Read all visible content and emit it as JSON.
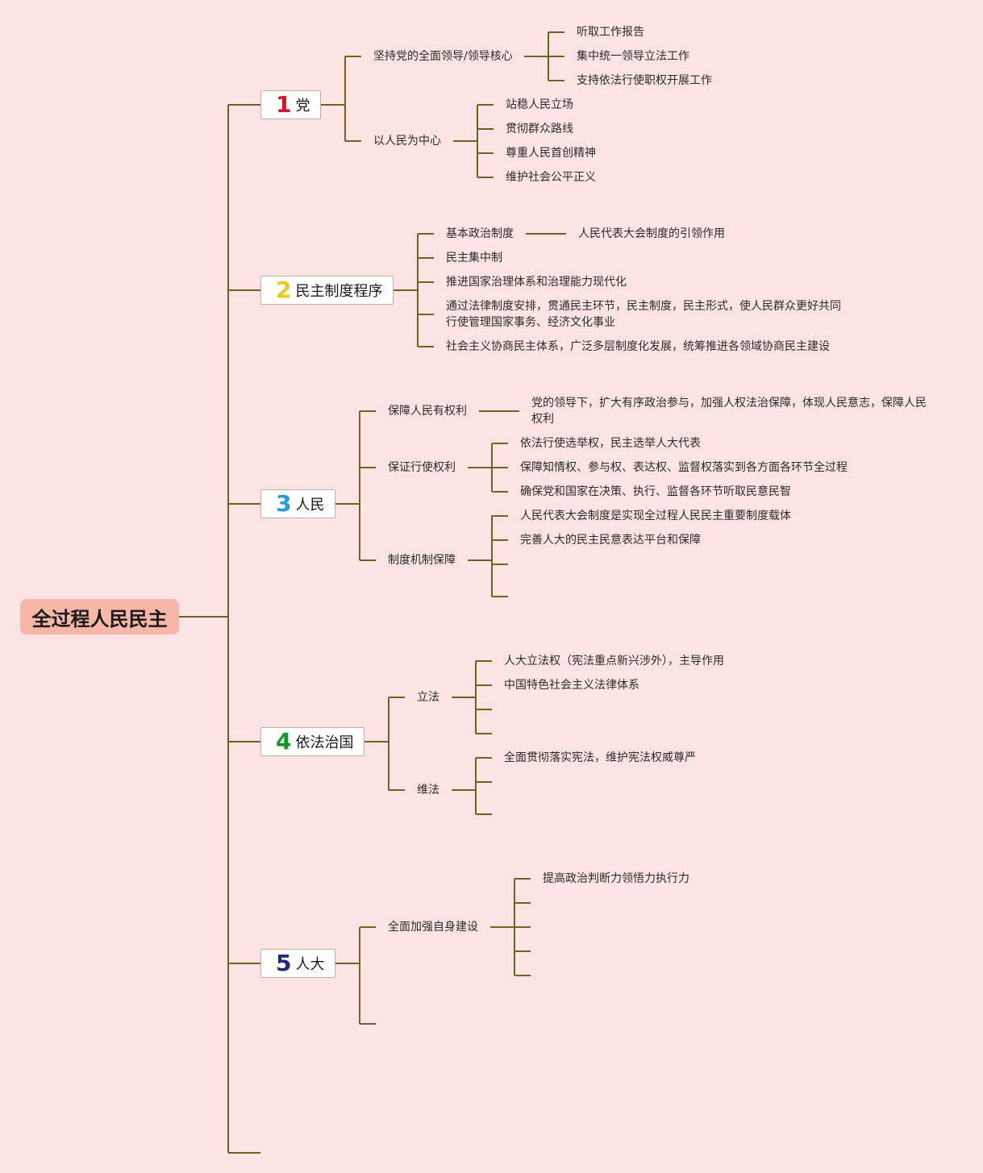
{
  "root": "全过程人民民主",
  "branches": [
    {
      "num": "1",
      "label": "党",
      "subs": [
        {
          "label": "坚持党的全面领导/领导核心",
          "leaves": [
            "听取工作报告",
            "集中统一领导立法工作",
            "支持依法行使职权开展工作"
          ]
        },
        {
          "label": "以人民为中心",
          "leaves": [
            "站稳人民立场",
            "贯彻群众路线",
            "尊重人民首创精神",
            "维护社会公平正义"
          ]
        }
      ]
    },
    {
      "num": "2",
      "label": "民主制度程序",
      "subs": [
        {
          "label": "基本政治制度",
          "leaves": [
            "人民代表大会制度的引领作用"
          ]
        },
        {
          "label": "民主集中制",
          "leaves": []
        },
        {
          "label": "推进国家治理体系和治理能力现代化",
          "leaves": []
        },
        {
          "label": "通过法律制度安排，贯通民主环节，民主制度，民主形式，使人民群众更好共同行使管理国家事务、经济文化事业",
          "leaves": []
        },
        {
          "label": "社会主义协商民主体系，广泛多层制度化发展，统筹推进各领域协商民主建设",
          "leaves": []
        }
      ]
    },
    {
      "num": "3",
      "label": "人民",
      "subs": [
        {
          "label": "保障人民有权利",
          "leaves": [
            "党的领导下，扩大有序政治参与，加强人权法治保障，体现人民意志，保障人民权利"
          ]
        },
        {
          "label": "保证行使权利",
          "leaves": [
            "依法行使选举权，民主选举人大代表",
            "保障知情权、参与权、表达权、监督权落实到各方面各环节全过程",
            "确保党和国家在决策、执行、监督各环节听取民意民智"
          ]
        },
        {
          "label": "制度机制保障",
          "leaves": [
            "人民代表大会制度是实现全过程人民民主重要制度载体",
            "完善人大的民主民意表达平台和保障",
            "",
            ""
          ]
        }
      ]
    },
    {
      "num": "4",
      "label": "依法治国",
      "subs": [
        {
          "label": "立法",
          "leaves": [
            "人大立法权（宪法重点新兴涉外），主导作用",
            "中国特色社会主义法律体系",
            "",
            ""
          ]
        },
        {
          "label": "维法",
          "leaves": [
            "全面贯彻落实宪法，维护宪法权威尊严",
            "",
            ""
          ]
        }
      ]
    },
    {
      "num": "5",
      "label": "人大",
      "subs": [
        {
          "label": "全面加强自身建设",
          "leaves": [
            "提高政治判断力领悟力执行力",
            "",
            "",
            "",
            ""
          ]
        },
        {
          "label": "",
          "leaves": []
        }
      ]
    }
  ],
  "colors": {
    "background": "#fde3e3",
    "connector": "#6b6522",
    "root_fill": "#f8b6a8",
    "num1": "#d2172b",
    "num2": "#f3c51f",
    "num3": "#2a99d8",
    "num4": "#17922c",
    "num5": "#1d2c7c"
  }
}
